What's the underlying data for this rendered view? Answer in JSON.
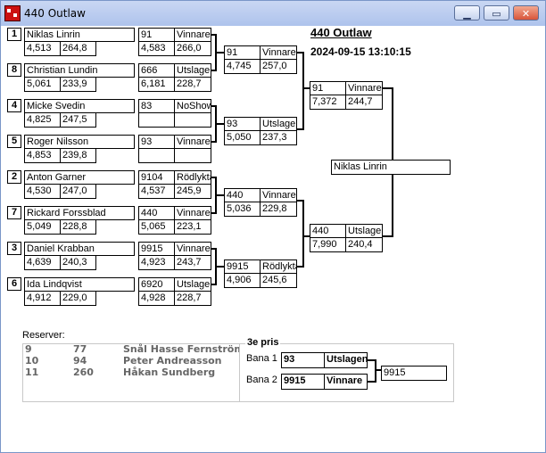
{
  "window": {
    "title": "440 Outlaw"
  },
  "event": {
    "title": "440 Outlaw",
    "datetime": "2024-09-15 13:10:15"
  },
  "round1": [
    {
      "seed": "1",
      "name": "Niklas Linrin",
      "time": "4,513",
      "speed": "264,8"
    },
    {
      "seed": "8",
      "name": "Christian Lundin",
      "time": "5,061",
      "speed": "233,9"
    },
    {
      "seed": "4",
      "name": "Micke Svedin",
      "time": "4,825",
      "speed": "247,5"
    },
    {
      "seed": "5",
      "name": "Roger Nilsson",
      "time": "4,853",
      "speed": "239,8"
    },
    {
      "seed": "2",
      "name": "Anton Garner",
      "time": "4,530",
      "speed": "247,0"
    },
    {
      "seed": "7",
      "name": "Rickard Forssblad",
      "time": "5,049",
      "speed": "228,8"
    },
    {
      "seed": "3",
      "name": "Daniel Krabban",
      "time": "4,639",
      "speed": "240,3"
    },
    {
      "seed": "6",
      "name": "Ida Lindqvist",
      "time": "4,912",
      "speed": "229,0"
    }
  ],
  "round1_results": [
    {
      "car": "91",
      "result": "Vinnare",
      "time": "4,583",
      "speed": "266,0"
    },
    {
      "car": "666",
      "result": "Utslagen",
      "time": "6,181",
      "speed": "228,7"
    },
    {
      "car": "83",
      "result": "NoShow",
      "time": "",
      "speed": ""
    },
    {
      "car": "93",
      "result": "Vinnare",
      "time": "",
      "speed": ""
    },
    {
      "car": "9104",
      "result": "Rödlykta",
      "time": "4,537",
      "speed": "245,9"
    },
    {
      "car": "440",
      "result": "Vinnare",
      "time": "5,065",
      "speed": "223,1"
    },
    {
      "car": "9915",
      "result": "Vinnare",
      "time": "4,923",
      "speed": "243,7"
    },
    {
      "car": "6920",
      "result": "Utslagen",
      "time": "4,928",
      "speed": "228,7"
    }
  ],
  "round2": [
    {
      "car": "91",
      "result": "Vinnare",
      "time": "4,745",
      "speed": "257,0"
    },
    {
      "car": "93",
      "result": "Utslagen",
      "time": "5,050",
      "speed": "237,3"
    },
    {
      "car": "440",
      "result": "Vinnare",
      "time": "5,036",
      "speed": "229,8"
    },
    {
      "car": "9915",
      "result": "Rödlykta",
      "time": "4,906",
      "speed": "245,6"
    }
  ],
  "semis": [
    {
      "car": "91",
      "result": "Vinnare",
      "time": "7,372",
      "speed": "244,7"
    },
    {
      "car": "440",
      "result": "Utslagen",
      "time": "7,990",
      "speed": "240,4"
    }
  ],
  "winner": "Niklas Linrin",
  "reserves": {
    "label": "Reserver:",
    "rows": [
      {
        "num": "9",
        "car": "77",
        "name": "Snål Hasse Fernström"
      },
      {
        "num": "10",
        "car": "94",
        "name": "Peter Andreasson"
      },
      {
        "num": "11",
        "car": "260",
        "name": "Håkan Sundberg"
      }
    ]
  },
  "third": {
    "label": "3e pris",
    "lane1_label": "Bana 1",
    "lane1_car": "93",
    "lane1_result": "Utslagen",
    "lane2_label": "Bana 2",
    "lane2_car": "9915",
    "lane2_result": "Vinnare",
    "winner": "9915"
  }
}
